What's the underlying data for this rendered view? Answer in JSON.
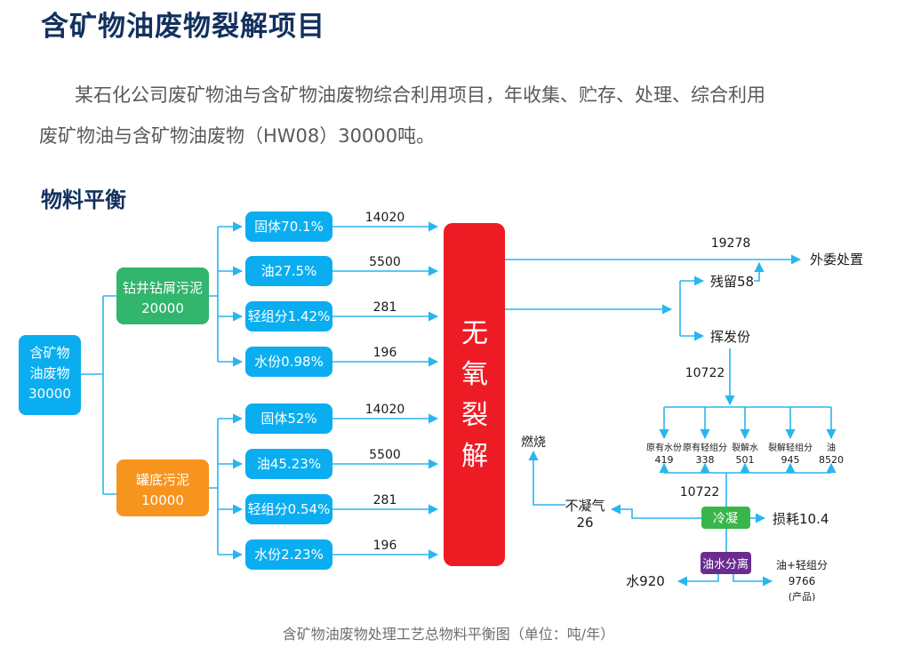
{
  "header": {
    "title": "含矿物油废物裂解项目",
    "paragraph_line1": "某石化公司废矿物油与含矿物油废物综合利用项目，年收集、贮存、处理、综合利用",
    "paragraph_line2": "废矿物油与含矿物油废物（HW08）30000吨。",
    "section_title": "物料平衡"
  },
  "colors": {
    "line": "#29b6ef",
    "blue_box": "#0aaef0",
    "green_box": "#32b56c",
    "orange_box": "#f7941d",
    "red_box": "#ed1c24",
    "condense_box": "#3ab54a",
    "separate_box": "#6a2c91"
  },
  "diagram": {
    "root": {
      "line1": "含矿物",
      "line2": "油废物",
      "value": "30000"
    },
    "sources": [
      {
        "name": "钻井钻屑污泥",
        "value": "20000",
        "components": [
          {
            "label": "固体70.1%",
            "flow": "14020"
          },
          {
            "label": "油27.5%",
            "flow": "5500"
          },
          {
            "label": "轻组分1.42%",
            "flow": "281"
          },
          {
            "label": "水份0.98%",
            "flow": "196"
          }
        ]
      },
      {
        "name": "罐底污泥",
        "value": "10000",
        "components": [
          {
            "label": "固体52%",
            "flow": "14020"
          },
          {
            "label": "油45.23%",
            "flow": "5500"
          },
          {
            "label": "轻组分0.54%",
            "flow": "281"
          },
          {
            "label": "水份2.23%",
            "flow": "196"
          }
        ]
      }
    ],
    "reactor": {
      "chars": [
        "无",
        "氧",
        "裂",
        "解"
      ]
    },
    "outsourced": {
      "flow": "19278",
      "label": "外委处置"
    },
    "residue": {
      "label": "残留58"
    },
    "volatile": {
      "label": "挥发份",
      "flow": "10722"
    },
    "fractions": [
      {
        "label": "原有水份",
        "value": "419"
      },
      {
        "label": "原有轻组分",
        "value": "338"
      },
      {
        "label": "裂解水",
        "value": "501"
      },
      {
        "label": "裂解轻组分",
        "value": "945"
      },
      {
        "label": "油",
        "value": "8520"
      }
    ],
    "fractions_total": "10722",
    "condense": {
      "label": "冷凝"
    },
    "loss": {
      "label": "损耗10.4"
    },
    "noncondensable": {
      "label": "不凝气",
      "value": "26"
    },
    "burn": {
      "label": "燃烧"
    },
    "separate": {
      "label": "油水分离"
    },
    "water": {
      "label": "水920"
    },
    "product": {
      "line1": "油+轻组分",
      "line2": "9766",
      "line3": "(产品)"
    }
  },
  "caption": "含矿物油废物处理工艺总物料平衡图（单位：吨/年）"
}
